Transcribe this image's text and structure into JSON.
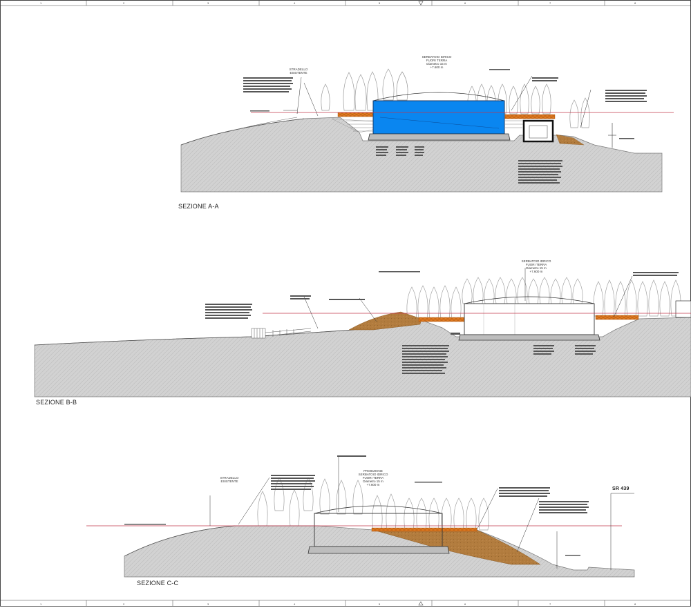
{
  "sections": [
    {
      "id": "a",
      "title": "SEZIONE A-A",
      "tank_label": [
        "SERBATOIO IDRICO",
        "FUORI TERRA"
      ],
      "tank_note": [
        "Diametro 15 m",
        "+7.600 m"
      ],
      "left_tag": [
        "STRADELLO",
        "ESISTENTE"
      ]
    },
    {
      "id": "b",
      "title": "SEZIONE B-B",
      "tank_label": [
        "SERBATOIO IDRICO",
        "FUORI TERRA"
      ],
      "tank_note": [
        "Diametro 15 m",
        "+7.600 m"
      ]
    },
    {
      "id": "c",
      "title": "SEZIONE C-C",
      "tank_label": [
        "PROIEZIONE",
        "SERBATOIO IDRICO",
        "FUORI TERRA"
      ],
      "tank_note": [
        "Diametro 15 m",
        "+7.600 m"
      ],
      "left_tag": [
        "STRADELLO",
        "ESISTENTE"
      ],
      "road_label": "SR 439"
    }
  ],
  "colors": {
    "water": "#0a86f0",
    "terrain": "#d4d4d4",
    "excavation": "#b07a3c",
    "fill_band": "#e07a20",
    "datum_line": "#c0364a"
  },
  "frame_ticks": [
    "1",
    "2",
    "3",
    "4",
    "5",
    "6",
    "7",
    "8"
  ]
}
